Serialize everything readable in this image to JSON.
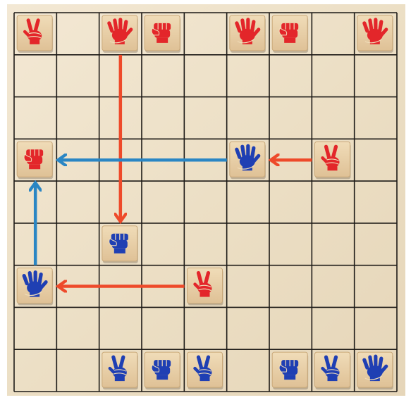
{
  "board": {
    "files": 9,
    "ranks": 9,
    "wood_color": "#efe3cc",
    "grid_color": "#1d1a17"
  },
  "colors": {
    "red_player": "#e3262a",
    "blue_player": "#1f3fb3",
    "red_arrow": "#ee4a2a",
    "blue_arrow": "#2a86c4",
    "tile": "#e8cfa8"
  },
  "pieces": [
    {
      "player": "red",
      "hand": "scissors",
      "col": 0,
      "row": 0
    },
    {
      "player": "red",
      "hand": "paper",
      "col": 2,
      "row": 0
    },
    {
      "player": "red",
      "hand": "rock",
      "col": 3,
      "row": 0
    },
    {
      "player": "red",
      "hand": "paper",
      "col": 5,
      "row": 0
    },
    {
      "player": "red",
      "hand": "rock",
      "col": 6,
      "row": 0
    },
    {
      "player": "red",
      "hand": "paper",
      "col": 8,
      "row": 0
    },
    {
      "player": "red",
      "hand": "rock",
      "col": 0,
      "row": 3
    },
    {
      "player": "blue",
      "hand": "paper",
      "col": 5,
      "row": 3
    },
    {
      "player": "red",
      "hand": "scissors",
      "col": 7,
      "row": 3
    },
    {
      "player": "blue",
      "hand": "rock",
      "col": 2,
      "row": 5
    },
    {
      "player": "blue",
      "hand": "paper",
      "col": 0,
      "row": 6
    },
    {
      "player": "red",
      "hand": "scissors",
      "col": 4,
      "row": 6
    },
    {
      "player": "blue",
      "hand": "scissors",
      "col": 2,
      "row": 8
    },
    {
      "player": "blue",
      "hand": "rock",
      "col": 3,
      "row": 8
    },
    {
      "player": "blue",
      "hand": "scissors",
      "col": 4,
      "row": 8
    },
    {
      "player": "blue",
      "hand": "rock",
      "col": 6,
      "row": 8
    },
    {
      "player": "blue",
      "hand": "scissors",
      "col": 7,
      "row": 8
    },
    {
      "player": "blue",
      "hand": "paper",
      "col": 8,
      "row": 8
    }
  ],
  "moves": [
    {
      "player": "red",
      "from": [
        2,
        0
      ],
      "to": [
        2,
        5
      ]
    },
    {
      "player": "red",
      "from": [
        7,
        3
      ],
      "to": [
        5,
        3
      ]
    },
    {
      "player": "blue",
      "from": [
        5,
        3
      ],
      "to": [
        0,
        3
      ]
    },
    {
      "player": "red",
      "from": [
        4,
        6
      ],
      "to": [
        0,
        6
      ]
    },
    {
      "player": "blue",
      "from": [
        0,
        6
      ],
      "to": [
        0,
        3
      ]
    }
  ]
}
